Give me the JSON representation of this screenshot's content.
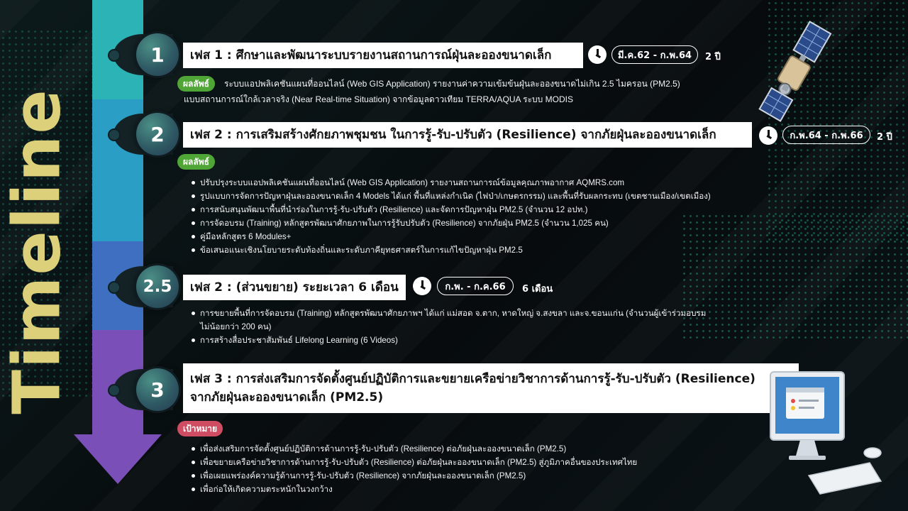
{
  "side_title": "Timeline",
  "phases": [
    {
      "number": "1",
      "title": "เฟส 1 : ศึกษาและพัฒนาระบบรายงานสถานการณ์ฝุ่นละอองขนาดเล็ก",
      "date": "มี.ค.62 - ก.พ.64",
      "duration": "2 ปี",
      "tag": "ผลลัพธ์",
      "text_1": "ระบบแอปพลิเคชันแผนที่ออนไลน์ (Web GIS Application) รายงานค่าความเข้มข้นฝุ่นละอองขนาดไม่เกิน 2.5 ไมครอน (PM2.5)",
      "text_2": "แบบสถานการณ์ใกล้เวลาจริง (Near Real-time Situation) จากข้อมูลดาวเทียม TERRA/AQUA ระบบ MODIS"
    },
    {
      "number": "2",
      "title": "เฟส 2 : การเสริมสร้างศักยภาพชุมชน ในการรู้-รับ-ปรับตัว (Resilience) จากภัยฝุ่นละอองขนาดเล็ก",
      "date": "ก.พ.64 - ก.พ.66",
      "duration": "2 ปี",
      "tag": "ผลลัพธ์",
      "bullets": [
        "ปรับปรุงระบบแอปพลิเคชันแผนที่ออนไลน์ (Web GIS Application) รายงานสถานการณ์ข้อมูลคุณภาพอากาศ AQMRS.com",
        "รูปแบบการจัดการปัญหาฝุ่นละอองขนาดเล็ก 4 Models ได้แก่ พื้นที่แหล่งกำเนิด (ไฟป่า/เกษตรกรรม) และพื้นที่รับผลกระทบ (เขตชานเมือง/เขตเมือง)",
        "การสนับสนุนพัฒนาพื้นที่นำร่องในการรู้-รับ-ปรับตัว (Resilience) และจัดการปัญหาฝุ่น PM2.5 (จำนวน 12 อปท.)",
        "การจัดอบรม (Training) หลักสูตรพัฒนาศักยภาพในการรู้รับปรับตัว (Resilience) จากภัยฝุ่น PM2.5 (จำนวน 1,025 คน)",
        "คู่มือหลักสูตร 6 Modules+",
        "ข้อเสนอแนะเชิงนโยบายระดับท้องถิ่นและระดับภาคียุทธศาสตร์ในการแก้ไขปัญหาฝุ่น PM2.5"
      ]
    },
    {
      "number": "2.5",
      "title": "เฟส 2 : (ส่วนขยาย) ระยะเวลา 6 เดือน",
      "date": "ก.พ. - ก.ค.66",
      "duration": "6 เดือน",
      "bullet_1": "การขยายพื้นที่การจัดอบรม (Training) หลักสูตรพัฒนาศักยภาพฯ ได้แก่ แม่สอด จ.ตาก, หาดใหญ่ จ.สงขลา และจ.ขอนแก่น (จำนวนผู้เข้าร่วมอบรม",
      "bullet_1_cont": "ไม่น้อยกว่า 200 คน)",
      "bullet_2": "การสร้างสื่อประชาสัมพันธ์ Lifelong Learning (6 Videos)"
    },
    {
      "number": "3",
      "title_line_1": "เฟส 3 : การส่งเสริมการจัดตั้งศูนย์ปฏิบัติการและขยายเครือข่ายวิชาการด้านการรู้-รับ-ปรับตัว (Resilience)",
      "title_line_2": "จากภัยฝุ่นละอองขนาดเล็ก (PM2.5)",
      "tag": "เป้าหมาย",
      "bullets": [
        "เพื่อส่งเสริมการจัดตั้งศูนย์ปฏิบัติการด้านการรู้-รับ-ปรับตัว (Resilience) ต่อภัยฝุ่นละอองขนาดเล็ก (PM2.5)",
        "เพื่อขยายเครือข่ายวิชาการด้านการรู้-รับ-ปรับตัว (Resilience) ต่อภัยฝุ่นละอองขนาดเล็ก (PM2.5) สู่ภูมิภาคอื่นของประเทศไทย",
        "เพื่อเผยแพร่องค์ความรู้ด้านการรู้-รับ-ปรับตัว (Resilience) จากภัยฝุ่นละอองขนาดเล็ก (PM2.5)",
        "เพื่อก่อให้เกิดความตระหนักในวงกว้าง"
      ]
    }
  ],
  "colors": {
    "bar_1": "#2cb3b6",
    "bar_2": "#2a9ec4",
    "bar_3": "#3f6fc0",
    "bar_4": "#7b4fb8",
    "title_gold": "#ddd07a",
    "tag_green": "#4fa536",
    "tag_red": "#cf4d62"
  },
  "icons": [
    "clock-icon",
    "satellite-icon",
    "computer-icon"
  ]
}
